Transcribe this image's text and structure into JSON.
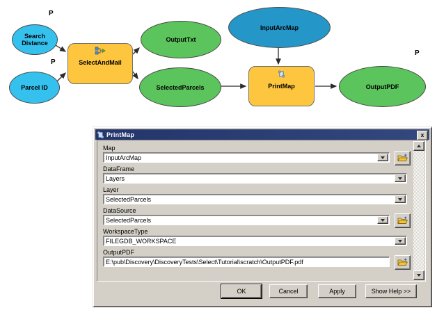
{
  "diagram": {
    "nodes": [
      {
        "label": "Search Distance",
        "type": "input-variable"
      },
      {
        "label": "Parcel ID",
        "type": "input-variable"
      },
      {
        "label": "SelectAndMail",
        "type": "model-tool"
      },
      {
        "label": "OutputTxt",
        "type": "derived-data"
      },
      {
        "label": "SelectedParcels",
        "type": "derived-data"
      },
      {
        "label": "InputArcMap",
        "type": "input-variable"
      },
      {
        "label": "PrintMap",
        "type": "script-tool"
      },
      {
        "label": "OutputPDF",
        "type": "derived-data"
      }
    ],
    "parameter_marks": {
      "search_distance": "P",
      "parcel_id": "P",
      "output_pdf": "P"
    },
    "colors": {
      "input_variable": "#35c1ee",
      "input_arcmap": "#2496c8",
      "derived_data": "#5cc45c",
      "tool_fill": "#fdc63e"
    }
  },
  "dialog": {
    "title": "PrintMap",
    "close_glyph": "x",
    "fields": [
      {
        "label": "Map",
        "value": "InputArcMap",
        "control": "combo",
        "browse": true
      },
      {
        "label": "DataFrame",
        "value": "Layers",
        "control": "combo",
        "browse": false
      },
      {
        "label": "Layer",
        "value": "SelectedParcels",
        "control": "combo",
        "browse": false
      },
      {
        "label": "DataSource",
        "value": "SelectedParcels",
        "control": "combo",
        "browse": true
      },
      {
        "label": "WorkspaceType",
        "value": "FILEGDB_WORKSPACE",
        "control": "combo",
        "browse": false
      },
      {
        "label": "OutputPDF",
        "value": "E:\\pub\\Discovery\\DiscoveryTests\\Select\\Tutorial\\scratch\\OutputPDF.pdf",
        "control": "text",
        "browse": true
      }
    ],
    "buttons": {
      "ok": "OK",
      "cancel": "Cancel",
      "apply": "Apply",
      "help": "Show Help >>"
    }
  },
  "icons": {
    "title": "script-scroll-icon",
    "model_tool": "model-icon",
    "script_tool": "script-scroll-icon",
    "browse": "open-folder-add-icon",
    "dropdown": "chevron-down-icon",
    "close": "close-icon",
    "scroll_up": "arrow-up-icon",
    "scroll_down": "arrow-down-icon"
  }
}
